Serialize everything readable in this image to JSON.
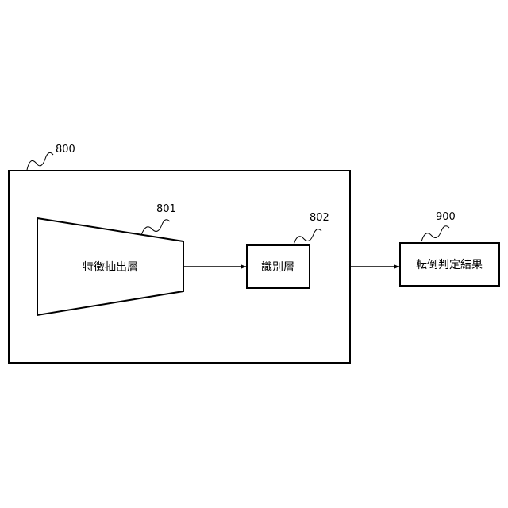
{
  "diagram": {
    "outer_ref": "800",
    "extractor": {
      "label": "特徴抽出層",
      "ref": "801"
    },
    "classifier": {
      "label": "識別層",
      "ref": "802"
    },
    "result": {
      "label": "転倒判定結果",
      "ref": "900"
    }
  }
}
